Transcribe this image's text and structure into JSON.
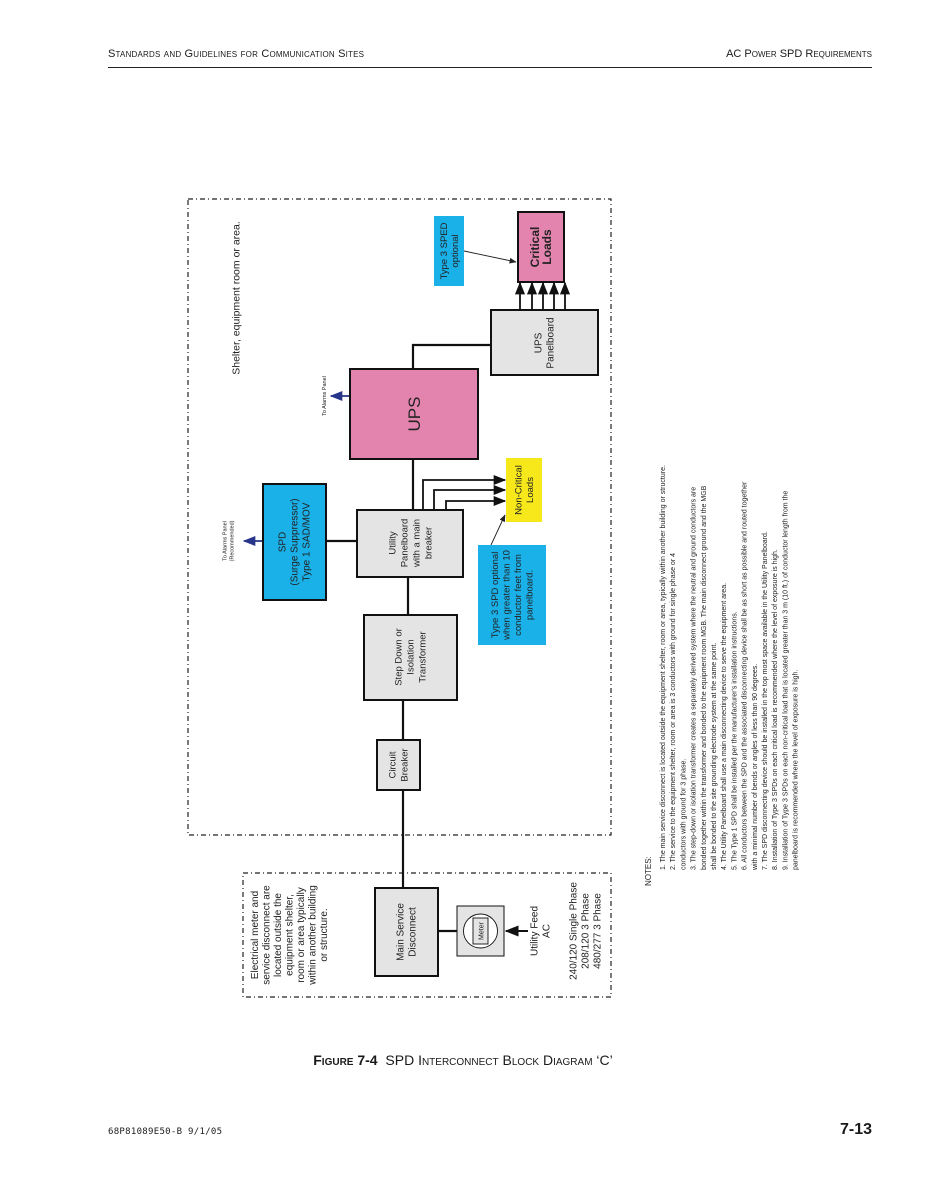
{
  "header": {
    "left": "Standards and Guidelines for Communication Sites",
    "right": "AC Power SPD Requirements"
  },
  "diagram": {
    "shelter_label": "Shelter, equipment room or area.",
    "outside_label": [
      "Electrical meter and",
      "service disconnect are",
      "located outside the",
      "equipment shelter,",
      "room or area typically",
      "within another building",
      "or structure."
    ],
    "main_service": [
      "Main Service",
      "Disconnect"
    ],
    "meter": "Meter",
    "utility_feed": [
      "Utility Feed",
      "AC"
    ],
    "voltages": [
      "240/120 Single Phase",
      "208/120  3 Phase",
      "480/277  3 Phase"
    ],
    "circuit_breaker": [
      "Circuit",
      "Breaker"
    ],
    "step_down": [
      "Step Down or",
      "Isolation",
      "Transformer"
    ],
    "utility_panelboard": [
      "Utility",
      "Panelboard",
      "with a main",
      "breaker"
    ],
    "spd": [
      "SPD",
      "(Surge Suppressor)",
      "Type 1  SAD/MOV"
    ],
    "spd_alarm": [
      "To Alarms Panel",
      "(Recommended)"
    ],
    "type3_note": [
      "Type 3 SPD optional",
      "when greater than 10",
      "conductor feet from",
      "panelboard."
    ],
    "non_critical": [
      "Non-Critical",
      "Loads"
    ],
    "ups": "UPS",
    "ups_alarm": "To Alarms Panel",
    "ups_panelboard": [
      "UPS",
      "Panelboard"
    ],
    "critical_loads": [
      "Critical",
      "Loads"
    ],
    "type3_sped": [
      "Type 3 SPED",
      "optional"
    ],
    "colors": {
      "blue": "#1ab0e8",
      "pink": "#e384ae",
      "yellow": "#f7e81c",
      "gray_box": "#e4e4e4",
      "alarm_arrow": "#27358a"
    }
  },
  "notes": {
    "label": "NOTES:",
    "lines": [
      "1.  The main service disconnect is located outside the equipment shelter, room or area, typically within another building or structure.",
      "2.  The service to the equipment shelter, room or area is 3 conductors with ground for single phase or 4",
      "conductors with ground for 3 phase.",
      "3.  The step-down or isolation transformer creates a separately derived system where the neutral and ground conductors are",
      "bonded together within the transformer and bonded to the equipment room MGB.  The main disconnect ground and the MGB",
      "shall be bonded to the site grounding electrode system at the same point.",
      "4.  The Utility Panelboard shall use a main disconnecting device to serve the equipment area.",
      "5.  The Type 1 SPD shall be installed per the manufacturer's installation instructions.",
      "6.  All conductors between the SPD and the associated disconnecting device shall be as short as possible and routed together",
      "with a minimal number of bends or angles of less than 90 degrees.",
      "7.  The SPD disconnecting device should be installed in the top most space available in the Utility Panelboard.",
      "8.  Installation of Type 3 SPDs on each critical load is recommended where the level of exposure is high.",
      "9.  Installation of Type 3 SPDs on each non-critical load that is located greater than 3 m (10 ft.) of conductor length from the",
      "panelboard is recommended where the level of exposure is high."
    ]
  },
  "caption": {
    "figure": "Figure 7-4",
    "title": "SPD Interconnect Block Diagram ‘C’"
  },
  "footer": {
    "doc_id": "68P81089E50-B   9/1/05",
    "page": "7-13"
  }
}
